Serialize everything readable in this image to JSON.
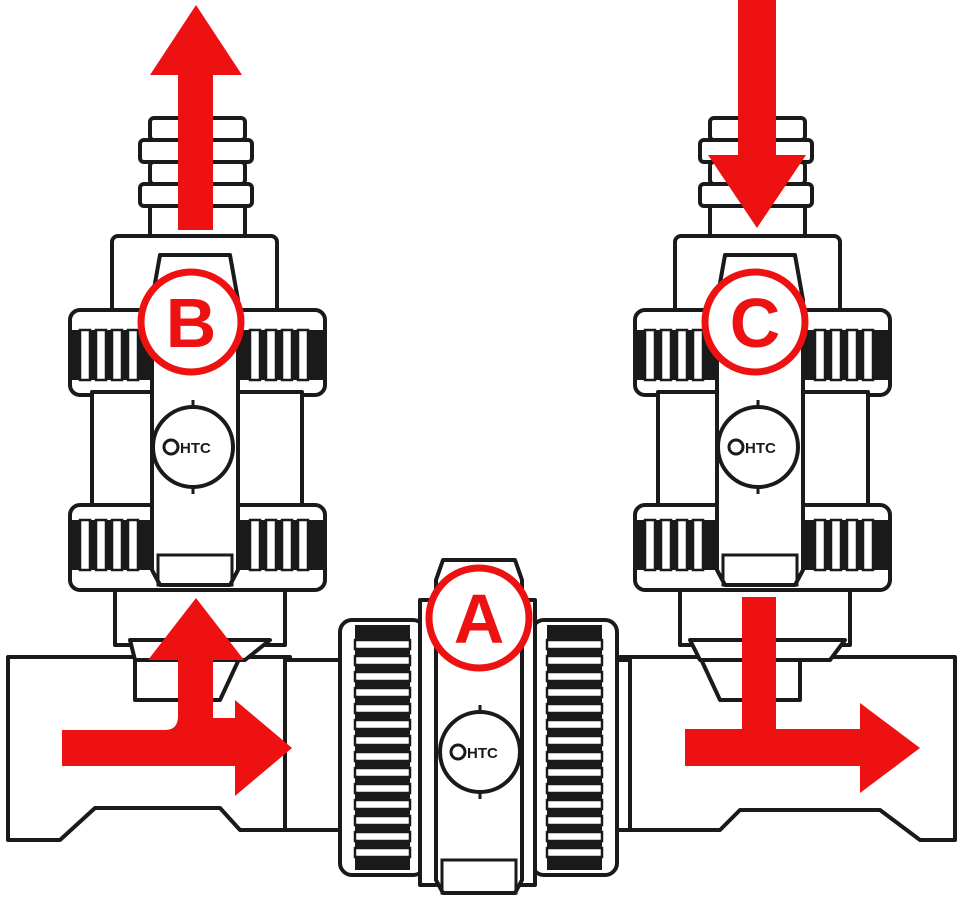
{
  "colors": {
    "arrow": "#ee1111",
    "outline": "#1a1a1a",
    "body": "#ffffff"
  },
  "valves": {
    "a": {
      "label": "A",
      "logo": "HTC"
    },
    "b": {
      "label": "B",
      "logo": "HTC"
    },
    "c": {
      "label": "C",
      "logo": "HTC"
    }
  },
  "icons": {
    "arrow": "flow-arrow",
    "logo": "htc-logo-icon"
  }
}
